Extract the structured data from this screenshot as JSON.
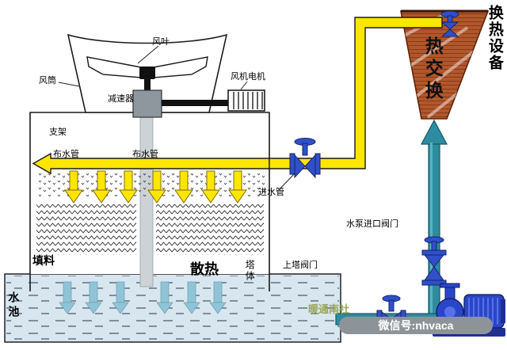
{
  "labels": {
    "fan_blade": "风叶",
    "fan_duct": "风筒",
    "fan_motor": "风机电机",
    "reducer": "减速器",
    "support": "支架",
    "dist_pipe_left": "布水管",
    "dist_pipe_right": "布水管",
    "inlet_pipe": "进水管",
    "filler": "填料",
    "heat_dissipation": "散热",
    "tower_body": "塔体",
    "pool": "水池",
    "up_tower_valve": "上塔阀门",
    "pump_inlet_valve": "水泵进口阀门",
    "heat_exchange": "热交换",
    "heat_exchange_equipment": "换热设备"
  },
  "watermark": {
    "brand": "暖通南社",
    "wechat": "微信号:nhvaca"
  },
  "colors": {
    "pipe_yellow": "#ffe600",
    "pipe_teal": "#2e8ca0",
    "exchanger_rust": "#b2572b",
    "valve_blue": "#3050c8",
    "pump_blue": "#2a46c8",
    "pool_fill": "#d7e6ef",
    "arrow_cyan": "#8fc4d6",
    "watermark_green": "#9aa858",
    "watermark_bar": "#8d9499"
  }
}
